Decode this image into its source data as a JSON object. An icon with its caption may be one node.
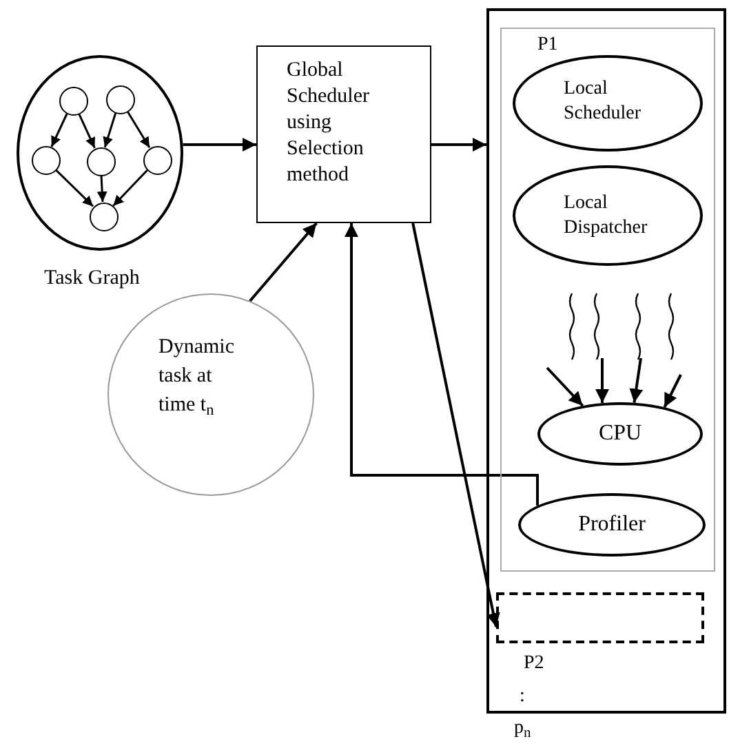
{
  "diagram": {
    "nodes": [
      {
        "text": [],
        "shape": "circle"
      },
      {
        "text": [],
        "shape": "circle",
        "in": 0
      },
      {
        "text": [],
        "shape": "circle",
        "in": 0
      },
      {
        "text": [],
        "shape": "circle",
        "in": 0
      },
      {
        "text": [],
        "shape": "circle",
        "in": 0
      },
      {
        "text": [],
        "shape": "circle",
        "in": 0
      },
      {
        "text": [],
        "shape": "circle",
        "in": 0
      },
      {
        "text": [
          "Global Scheduler using Selection method"
        ]
      },
      {
        "text": [
          "Dynamic task at time t$_{n}$"
        ]
      },
      {
        "text": [],
        "shape": "box"
      },
      {
        "text": [
          "P1"
        ],
        "in": 9
      },
      {
        "text": [
          "Local Scheduler"
        ],
        "in": 10
      },
      {
        "text": [
          "Local Dispatcher"
        ],
        "in": 10
      },
      {
        "text": [
          "CPU"
        ],
        "in": 10
      },
      {
        "text": [
          "Profiler"
        ],
        "in": 10
      },
      {
        "text": [],
        "shape": "box",
        "in": 9,
        "beside": [
          "P2"
        ]
      }
    ],
    "edges": [
      {
        "from": 0,
        "to": 7,
        "arrow": "to"
      },
      {
        "from": 8,
        "to": 7,
        "arrow": "to"
      },
      {
        "from": 14,
        "to": 7,
        "arrow": "to"
      },
      {
        "from": 7,
        "to": 9,
        "arrow": "to"
      },
      {
        "from": 7,
        "to": 15,
        "arrow": "to"
      },
      {
        "from": null,
        "to": 13,
        "arrow": "to"
      },
      {
        "from": null,
        "to": 13,
        "arrow": "to"
      },
      {
        "from": null,
        "to": 13,
        "arrow": "to"
      },
      {
        "from": null,
        "to": 13,
        "arrow": "to"
      },
      {
        "from": 1,
        "to": 3,
        "arrow": "to"
      },
      {
        "from": 1,
        "to": 4,
        "arrow": "to"
      },
      {
        "from": 2,
        "to": 4,
        "arrow": "to"
      },
      {
        "from": 2,
        "to": 5,
        "arrow": "to"
      },
      {
        "from": 4,
        "to": 6,
        "arrow": "to"
      },
      {
        "from": 3,
        "to": 6,
        "arrow": "to"
      },
      {
        "from": 5,
        "to": 6,
        "arrow": "to"
      }
    ],
    "labels": [
      "Task Graph",
      ":",
      "p$_{n}$"
    ]
  }
}
